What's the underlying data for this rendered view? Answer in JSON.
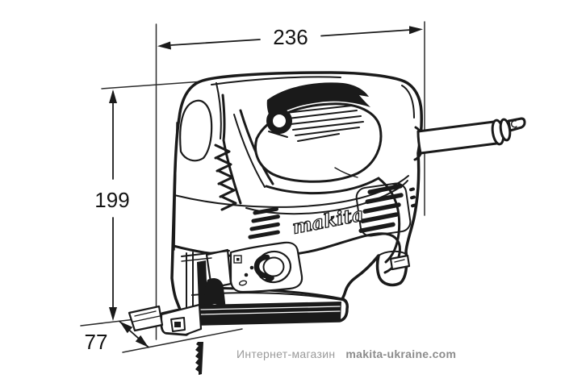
{
  "diagram": {
    "subject": "makita-jigsaw-technical-drawing",
    "brand_logo": "makita",
    "background": "#ffffff",
    "line_color": "#1a1a1a",
    "dimensions": {
      "width": "236",
      "height": "199",
      "depth": "77"
    }
  },
  "watermark": {
    "store_label": "Интернет-магазин",
    "site": "makita-ukraine.com",
    "store_color": "#9a9a9a",
    "site_color": "#8c8c8c"
  }
}
